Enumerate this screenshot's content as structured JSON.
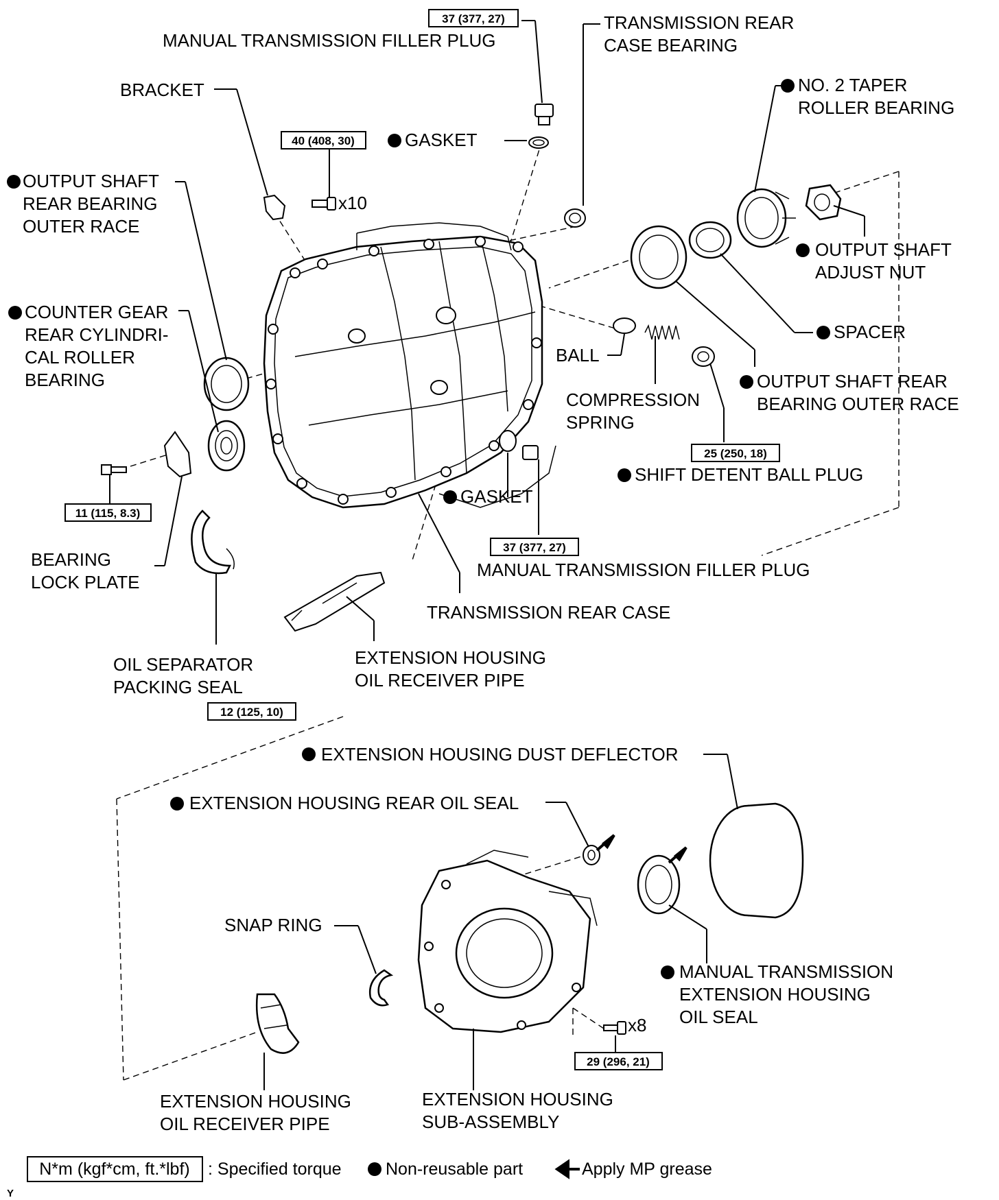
{
  "labels": {
    "manual_transmission_filler_plug_top": "MANUAL TRANSMISSION FILLER PLUG",
    "transmission_rear_case_bearing": [
      "TRANSMISSION REAR",
      "CASE BEARING"
    ],
    "bracket": "BRACKET",
    "gasket_top": "GASKET",
    "no2_taper_roller_bearing": [
      "NO. 2 TAPER",
      "ROLLER BEARING"
    ],
    "output_shaft_rear_bearing_outer_race_left": [
      "OUTPUT SHAFT",
      "REAR BEARING",
      "OUTER RACE"
    ],
    "output_shaft_adjust_nut": [
      "OUTPUT SHAFT",
      "ADJUST NUT"
    ],
    "counter_gear_bearing": [
      "COUNTER GEAR",
      "REAR CYLINDRI-",
      "CAL ROLLER",
      "BEARING"
    ],
    "spacer": "SPACER",
    "ball": "BALL",
    "output_shaft_rear_bearing_outer_race_right": [
      "OUTPUT SHAFT REAR",
      "BEARING OUTER RACE"
    ],
    "compression_spring": [
      "COMPRESSION",
      "SPRING"
    ],
    "shift_detent_ball_plug": "SHIFT DETENT BALL PLUG",
    "gasket_lower": "GASKET",
    "manual_transmission_filler_plug_lower": "MANUAL TRANSMISSION FILLER PLUG",
    "bearing_lock_plate": [
      "BEARING",
      "LOCK PLATE"
    ],
    "transmission_rear_case": "TRANSMISSION REAR CASE",
    "oil_separator_packing_seal": [
      "OIL SEPARATOR",
      "PACKING SEAL"
    ],
    "extension_housing_oil_receiver_pipe_top": [
      "EXTENSION HOUSING",
      "OIL RECEIVER PIPE"
    ],
    "extension_housing_dust_deflector": "EXTENSION HOUSING DUST DEFLECTOR",
    "extension_housing_rear_oil_seal": "EXTENSION HOUSING REAR OIL SEAL",
    "snap_ring": "SNAP RING",
    "mt_extension_housing_oil_seal": [
      "MANUAL TRANSMISSION",
      "EXTENSION HOUSING",
      "OIL SEAL"
    ],
    "extension_housing_oil_receiver_pipe_bottom": [
      "EXTENSION HOUSING",
      "OIL RECEIVER PIPE"
    ],
    "extension_housing_sub_assembly": [
      "EXTENSION HOUSING",
      "SUB-ASSEMBLY"
    ]
  },
  "torques": {
    "filler_plug_top": "37 (377, 27)",
    "case_bolts": "40 (408, 30)",
    "lock_plate_bolt": "11 (115, 8.3)",
    "detent_plug": "25 (250, 18)",
    "filler_plug_lower": "37 (377, 27)",
    "oil_pipe_bolt": "12 (125, 10)",
    "housing_bolts": "29 (296, 21)"
  },
  "counts": {
    "case_bolts": "x10",
    "housing_bolts": "x8"
  },
  "legend": {
    "torque_box": "N*m (kgf*cm, ft.*lbf)",
    "torque_text": ": Specified torque",
    "non_reusable": "Non-reusable part",
    "grease": "Apply MP grease"
  },
  "figure_code": "Y"
}
